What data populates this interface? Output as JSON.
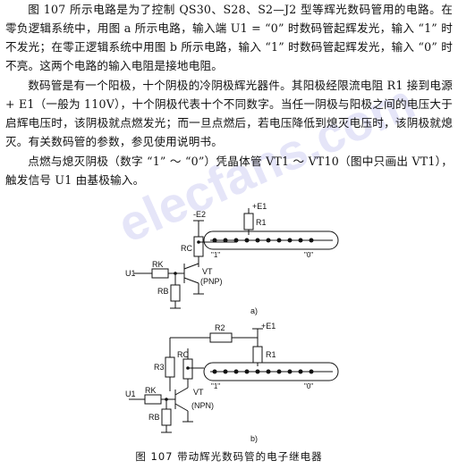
{
  "paragraphs": {
    "p1": "图 107 所示电路是为了控制 QS30、S28、S2—J2 型等辉光数码管用的电路。在零负逻辑系统中，用图 a 所示电路，输入端 U1 = “0” 时数码管起辉发光，输入 “1” 时不发光；在零正逻辑系统中用图 b 所示电路，输入 “1” 时数码管起辉发光，输入 “0” 时不亮。这两个电路的输入电阻是接地电阻。",
    "p2": "数码管是有一个阳极，十个阴极的冷阴极辉光器件。其阳极经限流电阻 R1 接到电源 + E1（一般为 110V），十个阴极代表十个不同数字。当任一阴极与阳极之间的电压大于启辉电压时，该阴极就点燃发光；而一旦点燃后，若电压降低到熄灭电压时，该阴极就熄灭。有关数码管的参数，参见使用说明书。",
    "p3": "点燃与熄灭阴极（数字 “1” ～ “0”）凭晶体管 VT1 ～ VT10（图中只画出 VT1），触发信号 U1 由基极输入。"
  },
  "watermark": "elecfans.com",
  "circuit_a": {
    "supply_e2": "-E2",
    "supply_e1": "+E1",
    "r1": "R1",
    "rc": "RC",
    "rk": "RK",
    "rb": "RB",
    "transistor": "VT",
    "transistor_type": "(PNP)",
    "input": "U1",
    "digit_1": "\"1\"",
    "digit_0": "\"0\"",
    "label": "a)"
  },
  "circuit_b": {
    "supply_e1": "+E1",
    "r1": "R1",
    "r2": "R2",
    "r3": "R3",
    "rc": "RC",
    "rk": "RK",
    "rb": "RB",
    "transistor": "VT",
    "transistor_type": "(NPN)",
    "input": "U1",
    "digit_1": "\"1\"",
    "digit_0": "\"0\"",
    "label": "b)"
  },
  "caption": "图 107   带动辉光数码管的电子继电器"
}
